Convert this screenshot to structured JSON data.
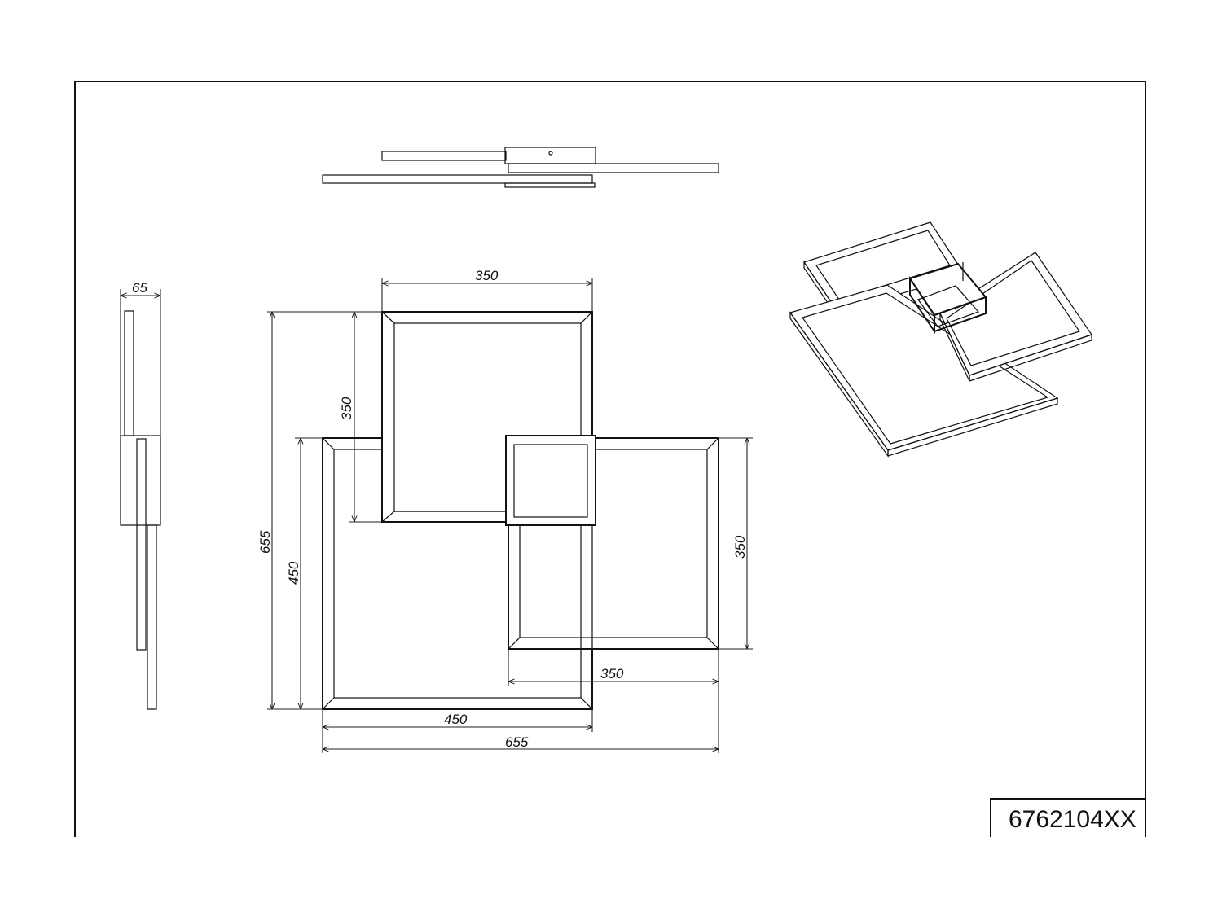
{
  "drawing": {
    "product_code": "6762104XX",
    "colors": {
      "line": "#111111",
      "background": "#ffffff"
    }
  },
  "dimensions": {
    "side_depth": "65",
    "top_frame_width": "350",
    "top_frame_height": "350",
    "overall_height": "655",
    "large_frame_height": "450",
    "right_frame_height": "350",
    "right_frame_width": "350",
    "large_frame_width": "450",
    "overall_width": "655"
  }
}
